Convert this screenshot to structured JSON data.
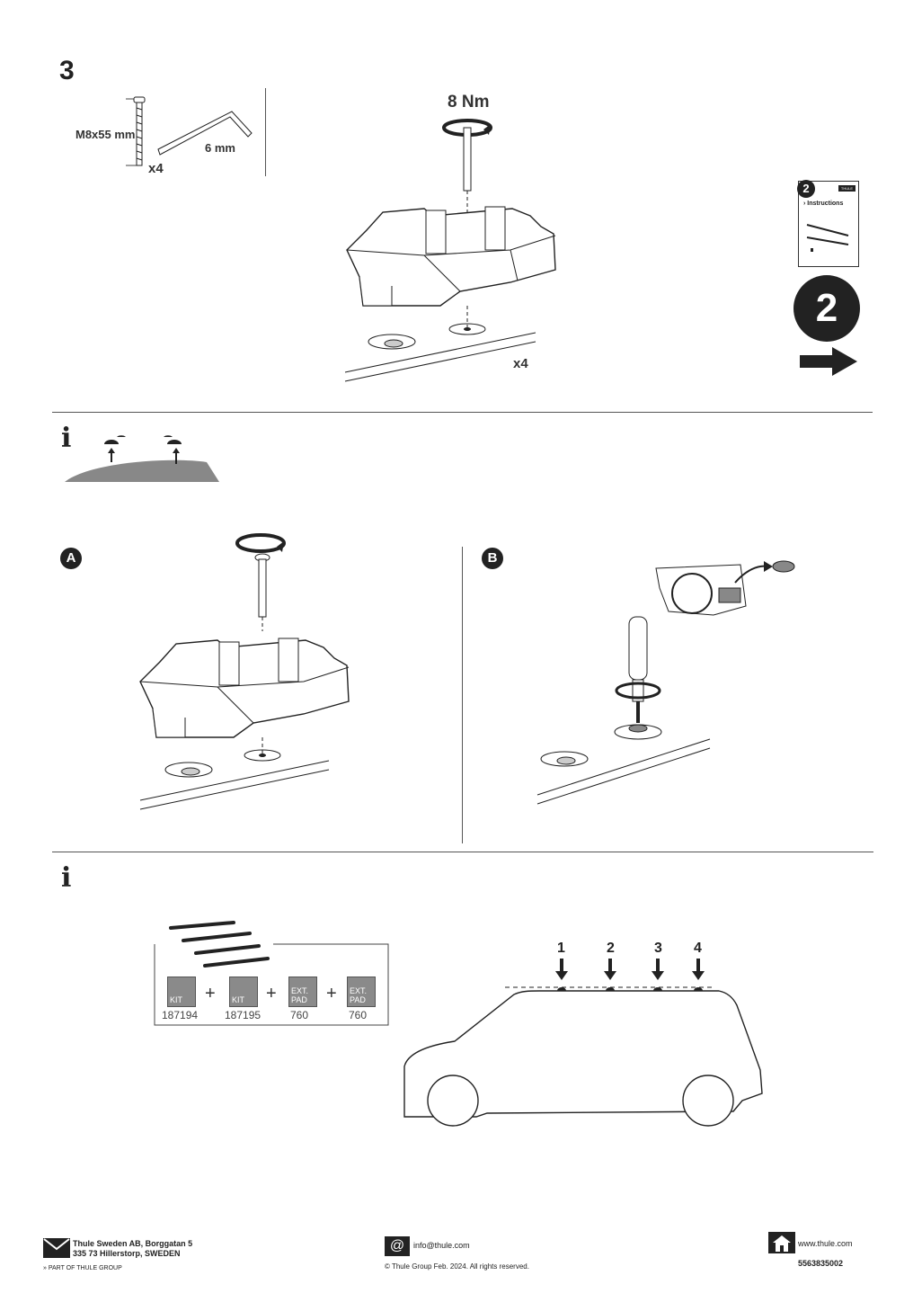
{
  "step": {
    "number": "3"
  },
  "parts": {
    "bolt_label": "M8x55 mm",
    "bolt_qty": "x4",
    "key_label": "6 mm"
  },
  "torque": {
    "label": "8 Nm"
  },
  "main_qty": "x4",
  "next_step": {
    "number": "2",
    "booklet_number": "2",
    "booklet_title": "› Instructions",
    "booklet_logo": "THULE"
  },
  "info": {
    "icon_text": "i"
  },
  "options": {
    "a_label": "A",
    "b_label": "B"
  },
  "kits": {
    "items": [
      {
        "box": "KIT",
        "number": "187194"
      },
      {
        "box": "KIT",
        "number": "187195"
      },
      {
        "box": "EXT.\nPAD",
        "number": "760"
      },
      {
        "box": "EXT.\nPAD",
        "number": "760"
      }
    ],
    "plus": "+"
  },
  "positions": [
    "1",
    "2",
    "3",
    "4"
  ],
  "footer": {
    "address_line1": "Thule Sweden AB, Borggatan 5",
    "address_line2": "335 73 Hillerstorp, SWEDEN",
    "group": "PART OF THULE GROUP",
    "email": "info@thule.com",
    "copyright": "© Thule Group Feb. 2024. All rights reserved.",
    "web": "www.thule.com",
    "doc_number": "5563835002"
  }
}
